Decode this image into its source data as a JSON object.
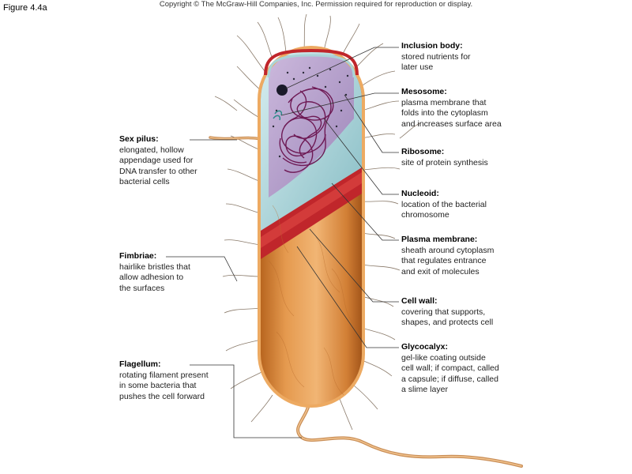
{
  "figure_label": "Figure 4.4a",
  "copyright": "Copyright © The McGraw-Hill Companies, Inc. Permission required for reproduction or display.",
  "labels": {
    "inclusion_body": {
      "title": "Inclusion body:",
      "lines": [
        "stored nutrients for",
        "later use"
      ]
    },
    "mesosome": {
      "title": "Mesosome:",
      "lines": [
        "plasma membrane that",
        "folds into the cytoplasm",
        "and increases surface area"
      ]
    },
    "ribosome": {
      "title": "Ribosome:",
      "lines": [
        "site of protein synthesis"
      ]
    },
    "nucleoid": {
      "title": "Nucleoid:",
      "lines": [
        "location of the bacterial",
        "chromosome"
      ]
    },
    "plasma_membrane": {
      "title": "Plasma membrane:",
      "lines": [
        "sheath around cytoplasm",
        "that regulates entrance",
        "and exit of molecules"
      ]
    },
    "cell_wall": {
      "title": "Cell wall:",
      "lines": [
        "covering that supports,",
        "shapes, and protects cell"
      ]
    },
    "glycocalyx": {
      "title": "Glycocalyx:",
      "lines": [
        "gel-like coating outside",
        "cell wall; if compact, called",
        "a capsule; if diffuse, called",
        "a slime layer"
      ]
    },
    "sex_pilus": {
      "title": "Sex pilus:",
      "lines": [
        "elongated, hollow",
        "appendage used for",
        "DNA transfer to other",
        "bacterial cells"
      ]
    },
    "fimbriae": {
      "title": "Fimbriae:",
      "lines": [
        "hairlike bristles that",
        "allow adhesion to",
        "the surfaces"
      ]
    },
    "flagellum": {
      "title": "Flagellum:",
      "lines": [
        "rotating filament present",
        "in some bacteria that",
        "pushes the cell forward"
      ]
    }
  },
  "colors": {
    "cell_wall": "#d9853a",
    "glycocalyx": "#e8a055",
    "plasma_membrane": "#c0262b",
    "cytoplasm": "#a9d4d8",
    "interior": "#b9a6cf",
    "nucleoid": "#6e1a55",
    "leader_line": "#333333"
  }
}
